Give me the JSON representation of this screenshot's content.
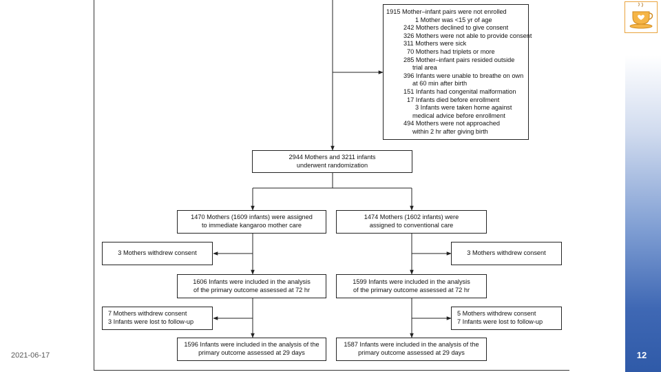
{
  "exclusion": {
    "title": "1915 Mother–infant pairs were not enrolled",
    "items": [
      "1 Mother was <15 yr of age",
      "242 Mothers declined to give consent",
      "326 Mothers were not able to provide consent",
      "311 Mothers were sick",
      "70 Mothers had triplets or more",
      "285 Mother–infant pairs resided outside",
      "trial area",
      "396 Infants were unable to breathe on own",
      "at 60 min after birth",
      "151 Infants had congenital malformation",
      "17 Infants died before enrollment",
      "3 Infants were taken home against",
      "medical advice before enrollment",
      "494 Mothers were not approached",
      "within 2 hr after giving birth"
    ]
  },
  "randomization": {
    "line1": "2944 Mothers and 3211 infants",
    "line2": "underwent randomization"
  },
  "left_arm": {
    "assigned_line1": "1470 Mothers (1609 infants) were assigned",
    "assigned_line2": "to immediate kangaroo mother care",
    "withdrew": "3 Mothers withdrew consent",
    "analysis72_line1": "1606 Infants were included in the analysis",
    "analysis72_line2": "of the primary outcome assessed at 72 hr",
    "lost_line1": "7 Mothers withdrew consent",
    "lost_line2": "3 Infants were lost to follow-up",
    "analysis29_line1": "1596 Infants were included in the analysis of the",
    "analysis29_line2": "primary outcome assessed at 29 days"
  },
  "right_arm": {
    "assigned_line1": "1474 Mothers (1602 infants) were",
    "assigned_line2": "assigned to conventional care",
    "withdrew": "3 Mothers withdrew consent",
    "analysis72_line1": "1599 Infants were included in the analysis",
    "analysis72_line2": "of the primary outcome assessed at 72 hr",
    "lost_line1": "5 Mothers withdrew consent",
    "lost_line2": "7 Infants were lost to follow-up",
    "analysis29_line1": "1587 Infants were included in the analysis of the",
    "analysis29_line2": "primary outcome assessed at 29 days"
  },
  "footer": {
    "date": "2021-06-17",
    "page": "12"
  },
  "colors": {
    "line": "#222222",
    "band": "#3f68b4",
    "logo_accent": "#e9a23b"
  }
}
